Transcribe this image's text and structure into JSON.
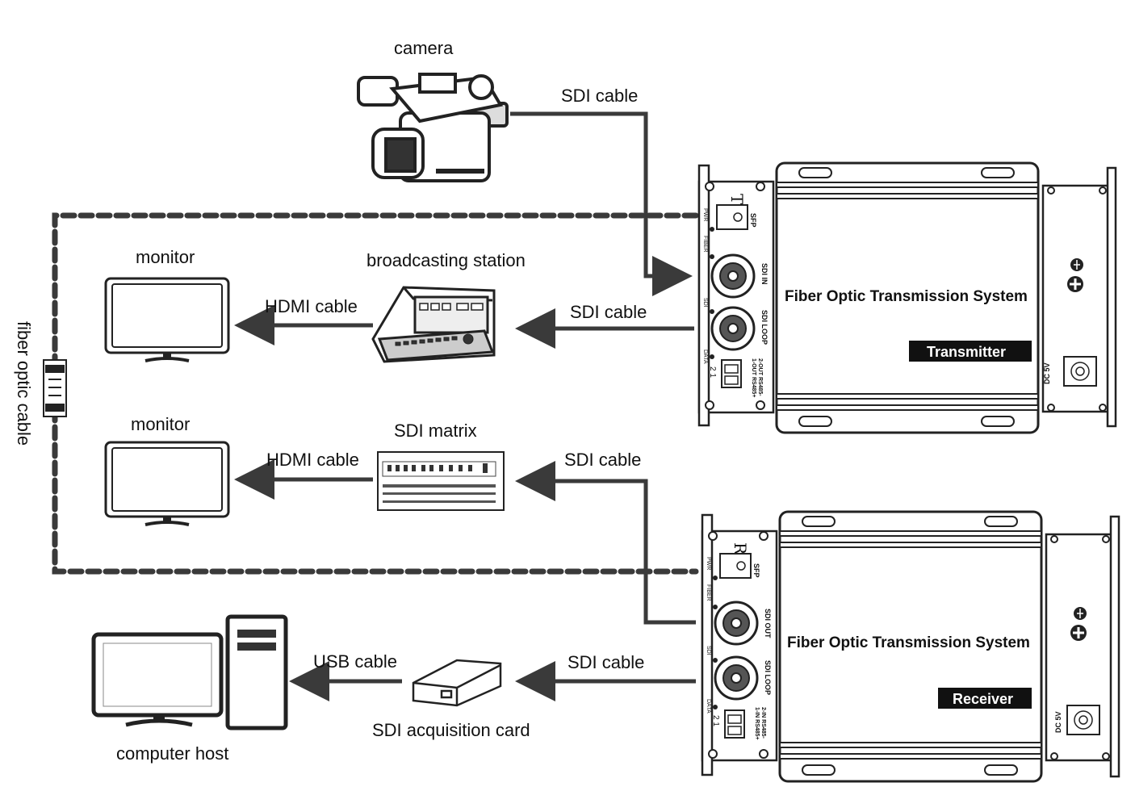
{
  "labels": {
    "camera": "camera",
    "sdi_cable_top": "SDI cable",
    "monitor_1": "monitor",
    "broadcasting_station": "broadcasting station",
    "hdmi_cable_1": "HDMI cable",
    "sdi_cable_2": "SDI cable",
    "monitor_2": "monitor",
    "sdi_matrix": "SDI matrix",
    "hdmi_cable_2": "HDMI cable",
    "sdi_cable_3": "SDI cable",
    "usb_cable": "USB cable",
    "sdi_cable_4": "SDI cable",
    "sdi_acquisition_card": "SDI acquisition card",
    "computer_host": "computer host",
    "fiber_optic_cable": "fiber optic cable"
  },
  "transmitter": {
    "letter": "T",
    "system_title": "Fiber  Optic  Transmission  System",
    "badge": "Transmitter",
    "sfp": "SFP",
    "pwr": "PWR",
    "fiber": "FIBER",
    "port1": "SDI IN",
    "port2": "SDI LOOP",
    "sdi": "SDI",
    "data": "DATA",
    "terminal_1": "1-OUT RS485+",
    "terminal_2": "2-OUT RS485-",
    "terminal_nums": "2  1",
    "dc": "DC 5V"
  },
  "receiver": {
    "letter": "R",
    "system_title": "Fiber  Optic  Transmission  System",
    "badge": "Receiver",
    "sfp": "SFP",
    "pwr": "PWR",
    "fiber": "FIBER",
    "port1": "SDI OUT",
    "port2": "SDI LOOP",
    "sdi": "SDI",
    "data": "DATA",
    "terminal_1": "1-IN RS485+",
    "terminal_2": "2-IN RS485-",
    "terminal_nums": "2  1",
    "dc": "DC 5V"
  },
  "colors": {
    "line": "#3a3a3a",
    "device_stroke": "#1a1a1a",
    "badge_bg": "#111111"
  }
}
